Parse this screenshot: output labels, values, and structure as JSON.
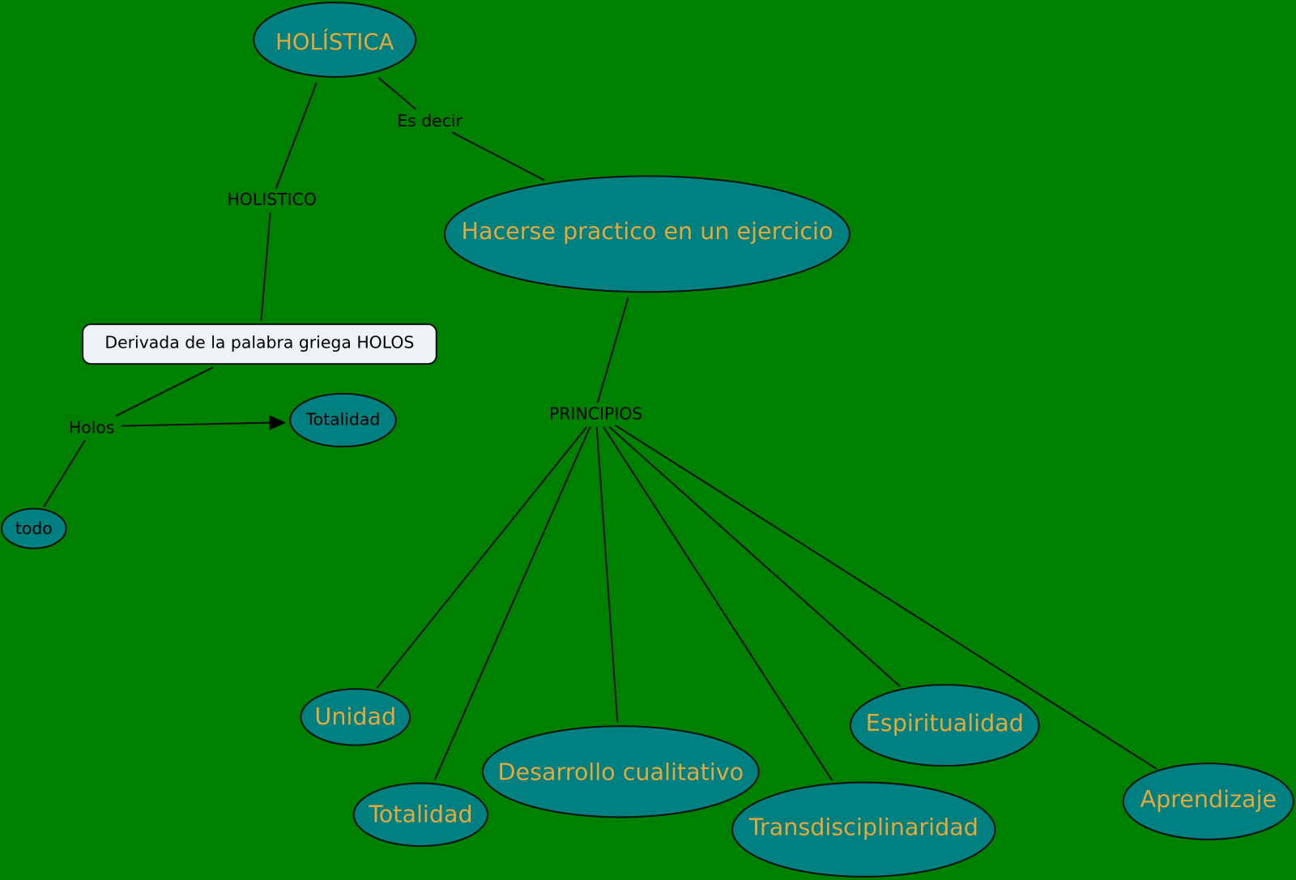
{
  "colors": {
    "background": "#008000",
    "concept_fill": "#008080",
    "concept_text": "#e5a83a",
    "box_fill": "#eef2f7"
  },
  "concepts": {
    "holistica": "HOLÍSTICA",
    "hacerse": "Hacerse practico en un ejercicio",
    "derivada": "Derivada de la palabra griega HOLOS",
    "totalidad_small": "Totalidad",
    "todo": "todo",
    "unidad": "Unidad",
    "totalidad": "Totalidad",
    "desarrollo": "Desarrollo cualitativo",
    "transdisciplinariedad": "Transdisciplinaridad",
    "espiritualidad": "Espiritualidad",
    "aprendizaje": "Aprendizaje"
  },
  "linking_phrases": {
    "es_decir": "Es decir",
    "holistico": "HOLISTICO",
    "principios": "PRINCIPIOS",
    "holos": "Holos"
  }
}
